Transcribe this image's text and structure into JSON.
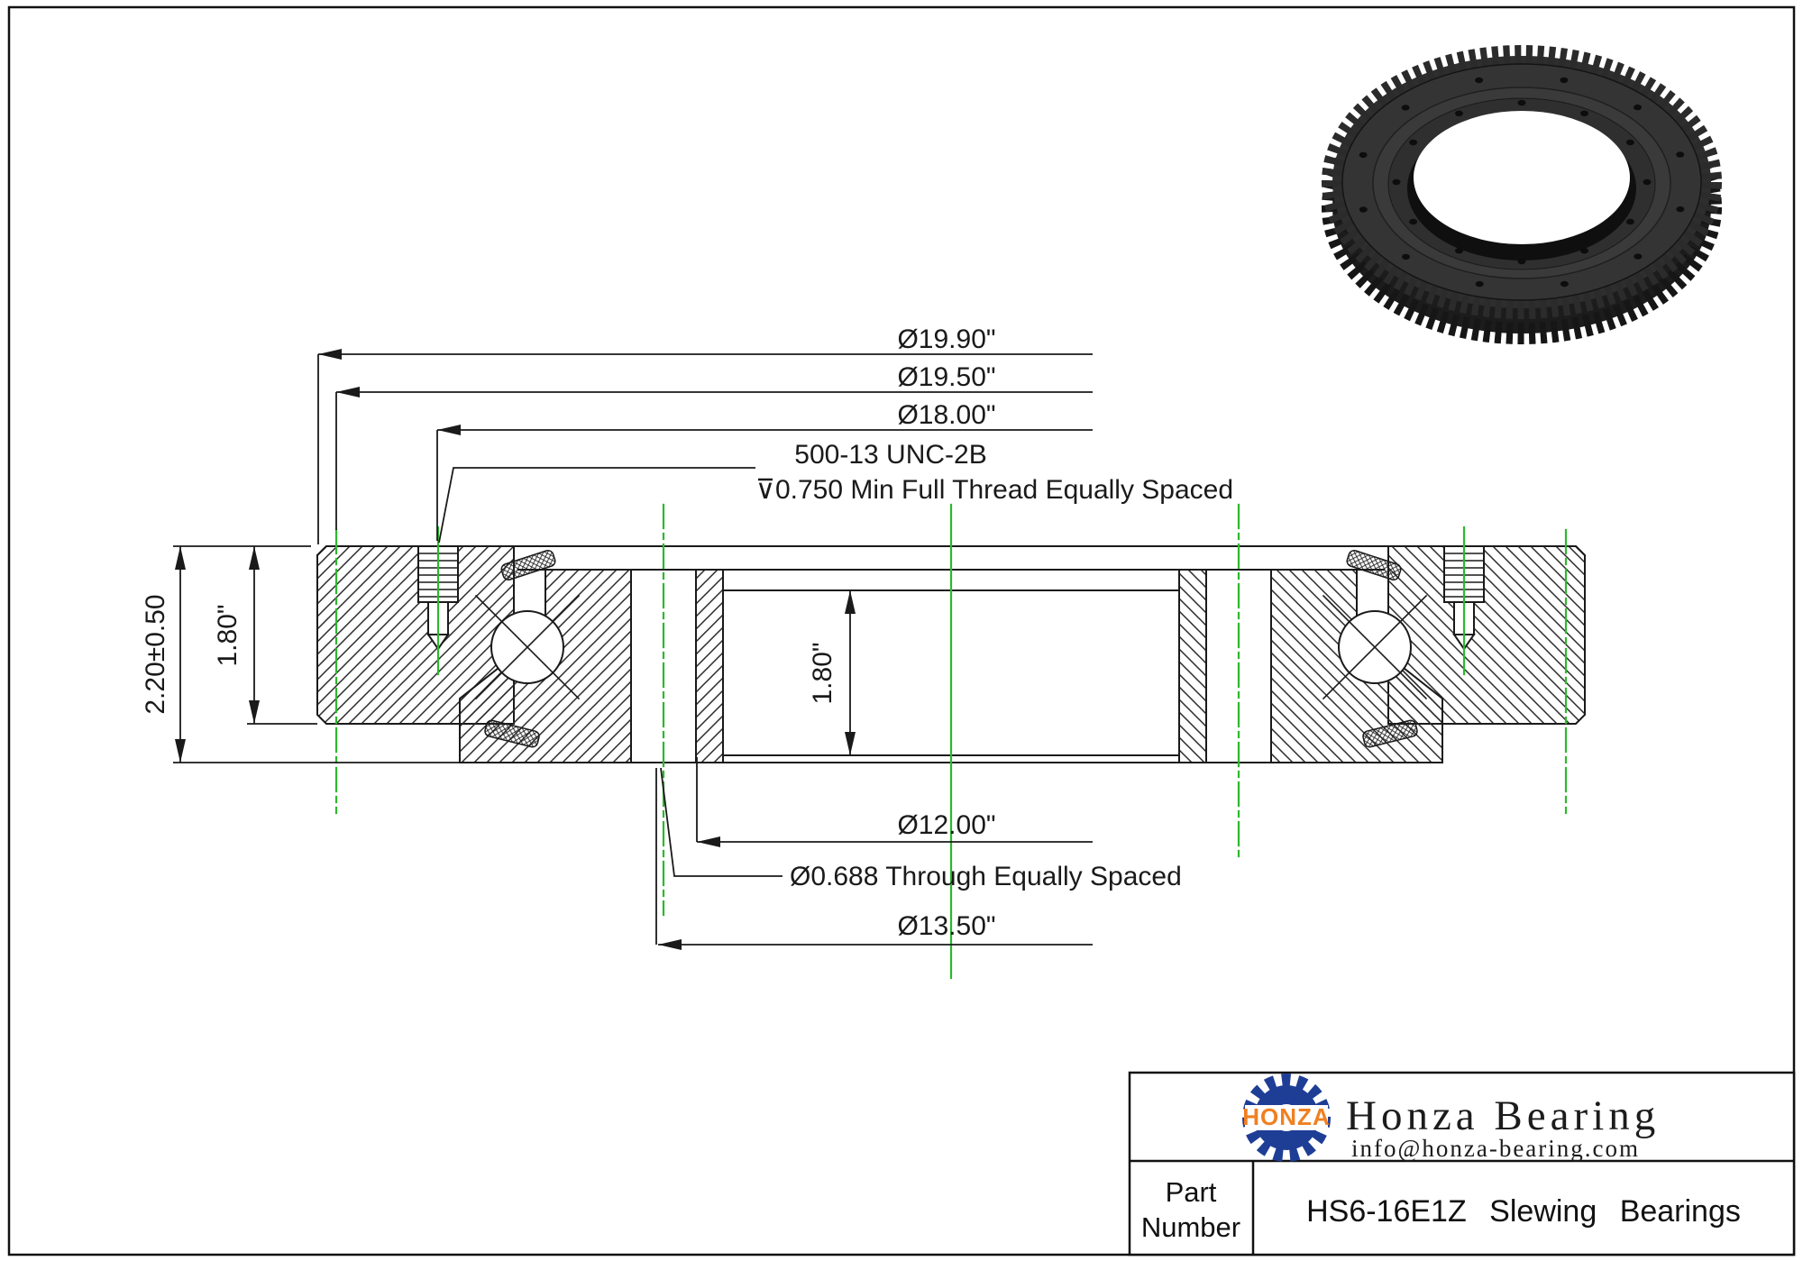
{
  "drawing": {
    "dims": {
      "outer_diameter": "Ø19.90\"",
      "pitch_diameter": "Ø19.50\"",
      "mount_bolt_circle": "Ø18.00\"",
      "thread_note_line1": "500-13 UNC-2B",
      "thread_note_line2": "⊽0.750 Min Full Thread Equally Spaced",
      "total_height": "2.20±0.50",
      "ring_height": "1.80\"",
      "bore_height": "1.80\"",
      "bore_diameter": "Ø12.00\"",
      "through_hole_note": "Ø0.688 Through Equally Spaced",
      "hole_bolt_circle": "Ø13.50\""
    }
  },
  "title_block": {
    "logo_text": "HONZA",
    "company_name": "Honza Bearing",
    "company_email": "info@honza-bearing.com",
    "part_label_line1": "Part",
    "part_label_line2": "Number",
    "part_number": "HS6-16E1Z Slewing Bearings"
  },
  "colors": {
    "line": "#1a1a1a",
    "centerline_green": "#2db82d",
    "logo_blue": "#1e3e96",
    "logo_orange": "#f08021"
  }
}
